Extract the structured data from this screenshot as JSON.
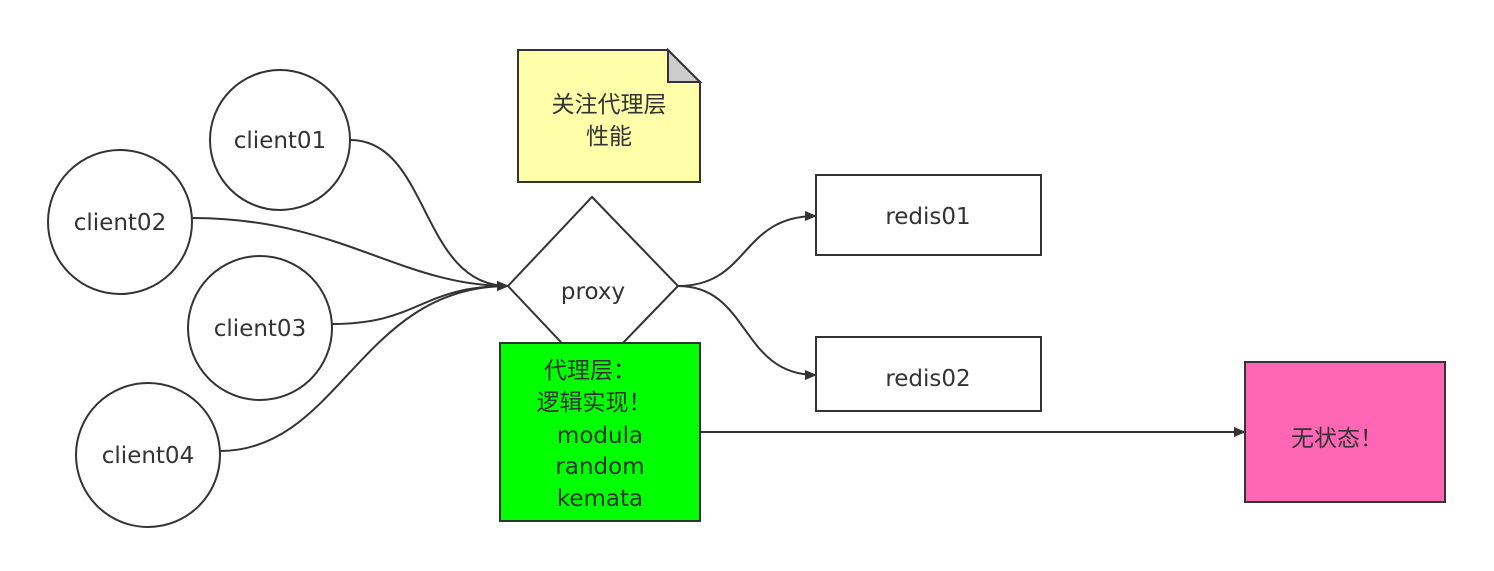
{
  "clients": [
    {
      "label": "client01"
    },
    {
      "label": "client02"
    },
    {
      "label": "client03"
    },
    {
      "label": "client04"
    }
  ],
  "proxy": {
    "label": "proxy"
  },
  "note": {
    "lines": [
      "关注代理层",
      "性能"
    ],
    "fill": "#FFFFAA"
  },
  "logic_box": {
    "lines": [
      "代理层：",
      "逻辑实现！",
      "modula",
      "random",
      "kemata"
    ],
    "fill": "#00FF00"
  },
  "redis": [
    {
      "label": "redis01"
    },
    {
      "label": "redis02"
    }
  ],
  "stateless": {
    "label": "无状态！",
    "fill": "#FF66B3"
  }
}
